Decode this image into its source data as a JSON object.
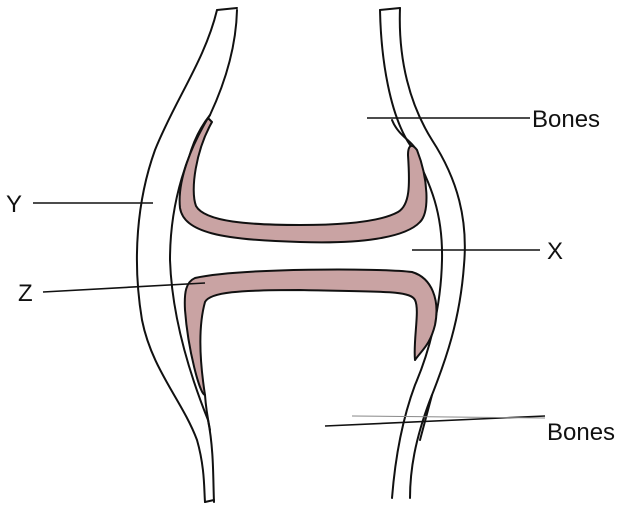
{
  "labels": {
    "bones_top": "Bones",
    "bones_bottom": "Bones",
    "x": "X",
    "y": "Y",
    "z": "Z"
  },
  "colors": {
    "cartilage": "#c9a3a3",
    "outline": "#111111",
    "background": "#ffffff"
  }
}
